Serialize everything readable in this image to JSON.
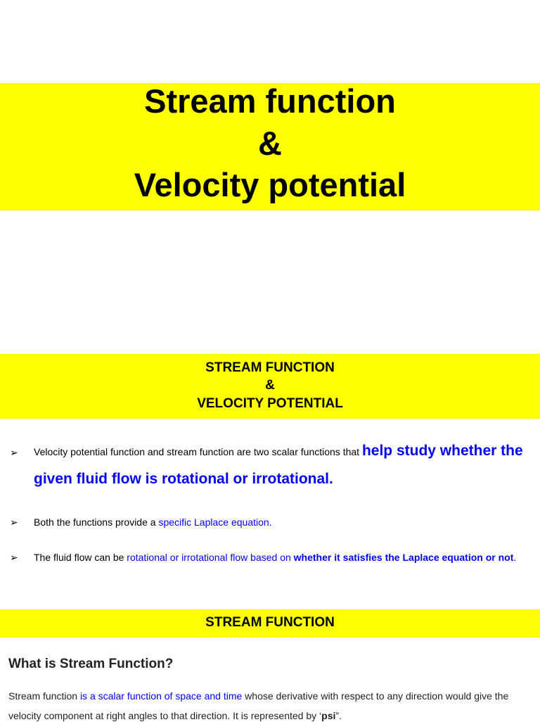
{
  "title": {
    "line1": "Stream function",
    "line2": "&",
    "line3": "Velocity potential"
  },
  "section_header": {
    "line1": "STREAM FUNCTION",
    "line2": "&",
    "line3": "VELOCITY POTENTIAL"
  },
  "bullet_icon": "➢",
  "bullets": [
    {
      "text_plain": "Velocity potential function and stream function are two scalar functions that ",
      "text_highlight_a": "help study whether the",
      "text_highlight_b": "given fluid flow is rotational or irrotational."
    },
    {
      "text_plain": "Both the functions provide a ",
      "text_link": "specific Laplace equation."
    },
    {
      "text_plain": "The fluid flow can be ",
      "text_link": "rotational or irrotational flow based on ",
      "text_bold": "whether it satisfies the Laplace equation or not",
      "text_end": "."
    }
  ],
  "stream_section": {
    "band_label": "STREAM FUNCTION",
    "heading": "What is Stream Function?",
    "para1_a": "Stream function ",
    "para1_b": "is a scalar function of space and time",
    "para1_c": " whose derivative with respect to any direction would give the",
    "para2_a": "velocity component at right angles to that direction. It is represented by ‘",
    "para2_b": "psi",
    "para2_c": "”."
  },
  "colors": {
    "band": "#ffff00",
    "link_blue": "#0000ff",
    "text": "#000000"
  }
}
